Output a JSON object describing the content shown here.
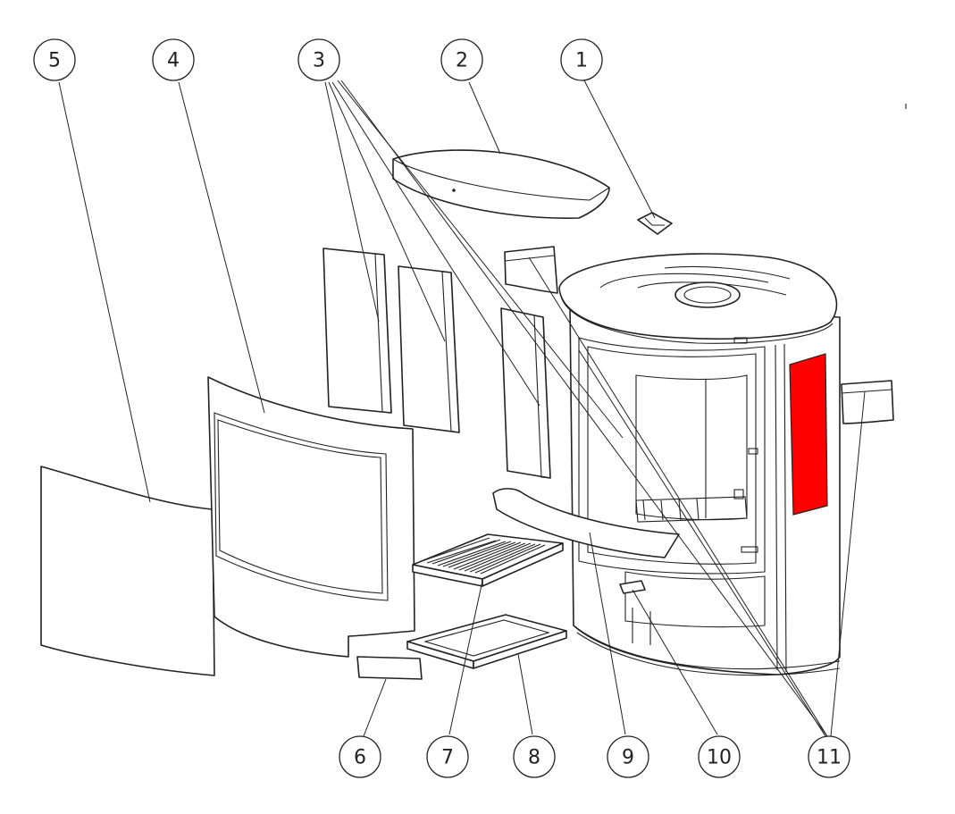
{
  "diagram": {
    "type": "exploded-parts-view",
    "colors": {
      "line": "#222222",
      "background": "#ffffff",
      "highlight_panel": "#ff0000"
    },
    "callouts": [
      {
        "id": "1",
        "label": "1"
      },
      {
        "id": "2",
        "label": "2"
      },
      {
        "id": "3",
        "label": "3"
      },
      {
        "id": "4",
        "label": "4"
      },
      {
        "id": "5",
        "label": "5"
      },
      {
        "id": "6",
        "label": "6"
      },
      {
        "id": "7",
        "label": "7"
      },
      {
        "id": "8",
        "label": "8"
      },
      {
        "id": "9",
        "label": "9"
      },
      {
        "id": "10",
        "label": "10"
      },
      {
        "id": "11",
        "label": "11"
      }
    ]
  }
}
